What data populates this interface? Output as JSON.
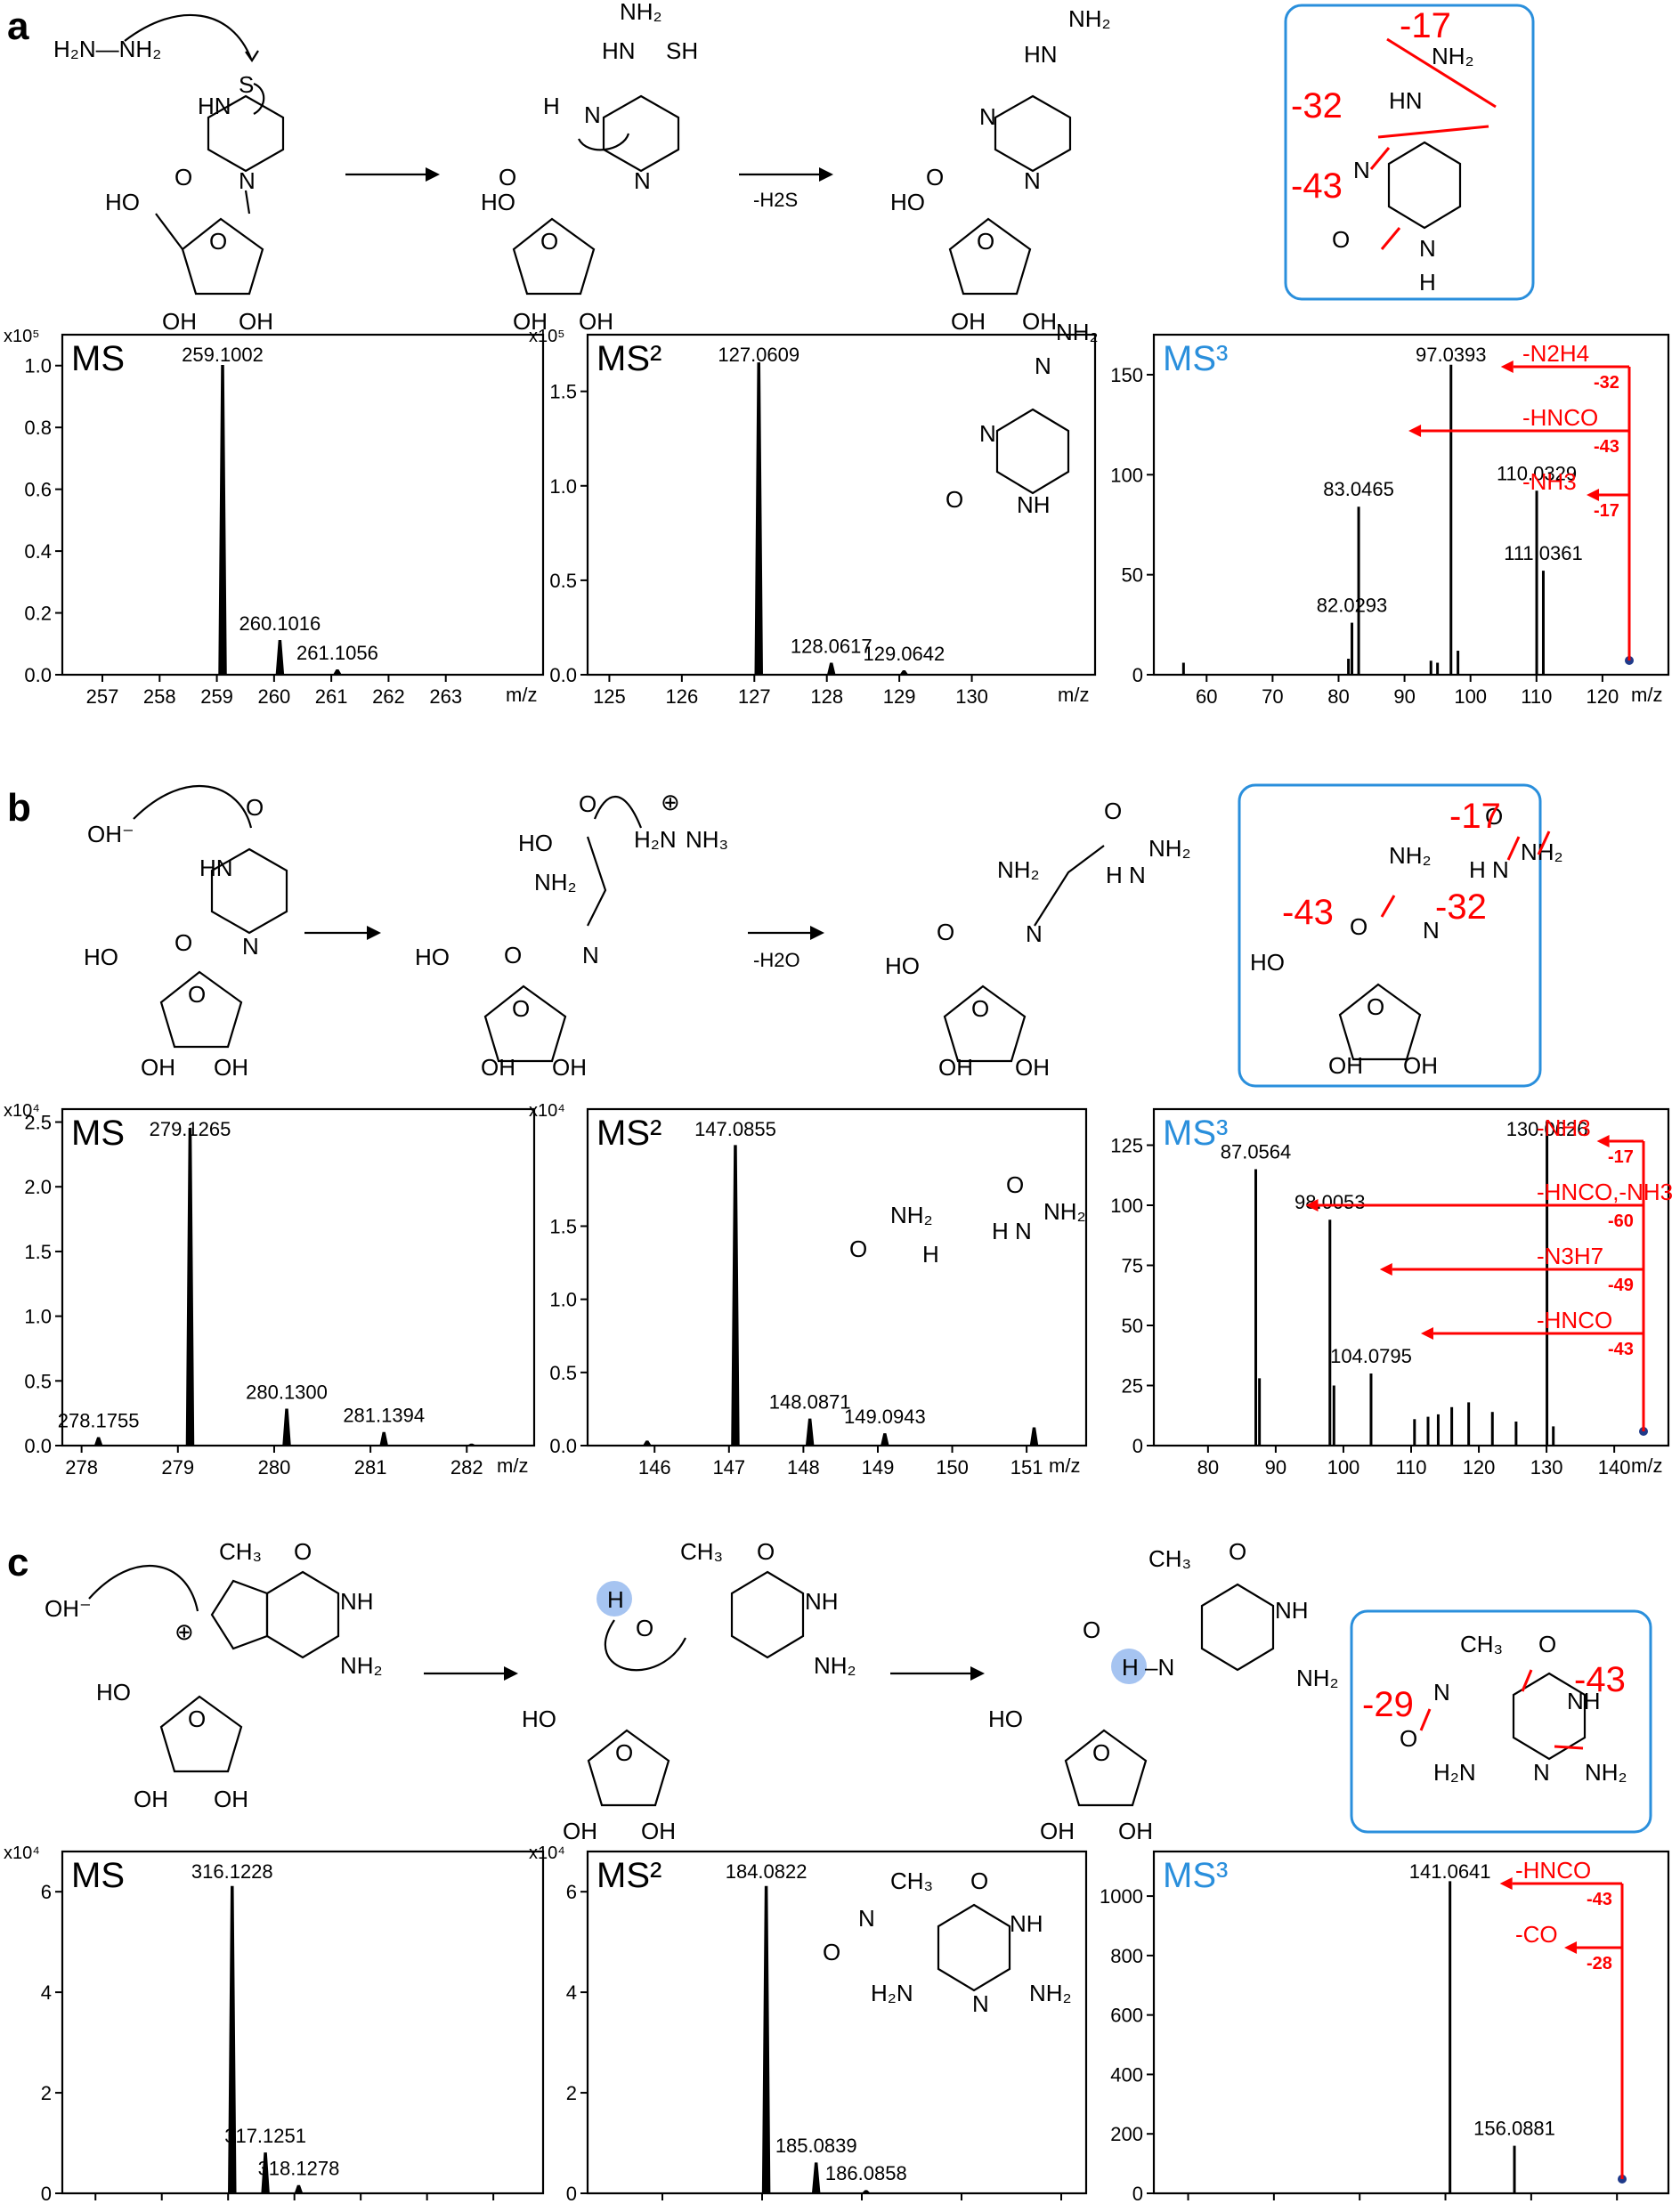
{
  "colors": {
    "ms3_title": "#2a8fdc",
    "annotation": "#ff0000",
    "highlight": "#6b9ce8",
    "structure_box": "#2a8fdc"
  },
  "panels": [
    {
      "letter": "a",
      "scheme": {
        "arrow1_label": "",
        "arrow2_label": "-H2S"
      },
      "box_fragments": [
        "-17",
        "-32",
        "-43"
      ]
    },
    {
      "letter": "b",
      "scheme": {
        "arrow1_label": "",
        "arrow2_label": "-H2O"
      },
      "box_fragments": [
        "-17",
        "-32",
        "-43"
      ]
    },
    {
      "letter": "c",
      "scheme": {
        "arrow1_label": "",
        "arrow2_label": ""
      },
      "box_fragments": [
        "-29",
        "-43"
      ]
    }
  ],
  "chart_data": [
    {
      "panel": "a",
      "title": "MS",
      "type": "line",
      "xlabel": "m/z",
      "y_multiplier": "x10⁵",
      "xlim": [
        256.3,
        264.7
      ],
      "ylim": [
        0,
        1.1
      ],
      "xticks": [
        "257",
        "258",
        "259",
        "260",
        "261",
        "262",
        "263"
      ],
      "yticks": [
        "0.0",
        "0.2",
        "0.4",
        "0.6",
        "0.8",
        "1.0"
      ],
      "peaks": [
        {
          "x": 259.1002,
          "y": 1.0,
          "label": "259.1002"
        },
        {
          "x": 260.1016,
          "y": 0.11,
          "label": "260.1016"
        },
        {
          "x": 261.1056,
          "y": 0.015,
          "label": "261.1056"
        }
      ]
    },
    {
      "panel": "a",
      "title": "MS²",
      "type": "line",
      "xlabel": "m/z",
      "y_multiplier": "x10⁵",
      "xlim": [
        124.7,
        131.7
      ],
      "ylim": [
        0,
        1.8
      ],
      "xticks": [
        "125",
        "126",
        "127",
        "128",
        "129",
        "130"
      ],
      "yticks": [
        "0.0",
        "0.5",
        "1.0",
        "1.5"
      ],
      "peaks": [
        {
          "x": 127.0609,
          "y": 1.65,
          "label": "127.0609"
        },
        {
          "x": 128.0617,
          "y": 0.06,
          "label": "128.0617"
        },
        {
          "x": 129.0642,
          "y": 0.02,
          "label": "129.0642"
        }
      ]
    },
    {
      "panel": "a",
      "title": "MS³",
      "type": "bar",
      "xlabel": "m/z",
      "xlim": [
        52,
        130
      ],
      "ylim": [
        0,
        170
      ],
      "xticks": [
        "60",
        "70",
        "80",
        "90",
        "100",
        "110",
        "120"
      ],
      "yticks": [
        "0",
        "50",
        "100",
        "150"
      ],
      "peaks": [
        {
          "x": 56.5,
          "y": 6
        },
        {
          "x": 81.5,
          "y": 8
        },
        {
          "x": 82.0293,
          "y": 26,
          "label": "82.0293"
        },
        {
          "x": 83.0465,
          "y": 84,
          "label": "83.0465"
        },
        {
          "x": 94.0,
          "y": 7
        },
        {
          "x": 95.0,
          "y": 6
        },
        {
          "x": 97.0393,
          "y": 155,
          "label": "97.0393"
        },
        {
          "x": 98.1,
          "y": 12
        },
        {
          "x": 110.0329,
          "y": 92,
          "label": "110.0329"
        },
        {
          "x": 111.0361,
          "y": 52,
          "label": "111.0361"
        }
      ],
      "annotations": [
        {
          "label": "-N2H4",
          "delta": "-32",
          "target": "97.0393"
        },
        {
          "label": "-HNCO",
          "delta": "-43",
          "target": "83.0465"
        },
        {
          "label": "-NH3",
          "delta": "-17",
          "target": "110.0329"
        }
      ]
    },
    {
      "panel": "b",
      "title": "MS",
      "type": "line",
      "xlabel": "m/z",
      "y_multiplier": "x10⁴",
      "xlim": [
        277.8,
        282.7
      ],
      "ylim": [
        0,
        2.6
      ],
      "xticks": [
        "278",
        "279",
        "280",
        "281",
        "282"
      ],
      "yticks": [
        "0.0",
        "0.5",
        "1.0",
        "1.5",
        "2.0",
        "2.5"
      ],
      "peaks": [
        {
          "x": 278.1755,
          "y": 0.06,
          "label": "278.1755"
        },
        {
          "x": 279.1265,
          "y": 2.45,
          "label": "279.1265"
        },
        {
          "x": 280.13,
          "y": 0.28,
          "label": "280.1300"
        },
        {
          "x": 281.1394,
          "y": 0.1,
          "label": "281.1394"
        },
        {
          "x": 282.05,
          "y": 0.01
        }
      ]
    },
    {
      "panel": "b",
      "title": "MS²",
      "type": "line",
      "xlabel": "m/z",
      "y_multiplier": "x10⁴",
      "xlim": [
        145.1,
        151.8
      ],
      "ylim": [
        0,
        2.3
      ],
      "xticks": [
        "146",
        "147",
        "148",
        "149",
        "150",
        "151"
      ],
      "yticks": [
        "0.0",
        "0.5",
        "1.0",
        "1.5"
      ],
      "peaks": [
        {
          "x": 145.9,
          "y": 0.03
        },
        {
          "x": 147.0855,
          "y": 2.05,
          "label": "147.0855"
        },
        {
          "x": 148.0871,
          "y": 0.18,
          "label": "148.0871"
        },
        {
          "x": 149.0943,
          "y": 0.08,
          "label": "149.0943"
        },
        {
          "x": 151.1,
          "y": 0.12
        }
      ]
    },
    {
      "panel": "b",
      "title": "MS³",
      "type": "bar",
      "xlabel": "m/z",
      "xlim": [
        72,
        148
      ],
      "ylim": [
        0,
        140
      ],
      "xticks": [
        "80",
        "90",
        "100",
        "110",
        "120",
        "130",
        "140"
      ],
      "yticks": [
        "0",
        "25",
        "50",
        "75",
        "100",
        "125"
      ],
      "peaks": [
        {
          "x": 87.0564,
          "y": 115,
          "label": "87.0564"
        },
        {
          "x": 87.6,
          "y": 28
        },
        {
          "x": 98.0053,
          "y": 94,
          "label": "98.0053"
        },
        {
          "x": 98.6,
          "y": 25
        },
        {
          "x": 104.0795,
          "y": 30,
          "label": "104.0795"
        },
        {
          "x": 110.5,
          "y": 11
        },
        {
          "x": 112.5,
          "y": 12
        },
        {
          "x": 114.0,
          "y": 13
        },
        {
          "x": 116.0,
          "y": 16
        },
        {
          "x": 118.5,
          "y": 18
        },
        {
          "x": 122.0,
          "y": 14
        },
        {
          "x": 125.5,
          "y": 10
        },
        {
          "x": 130.0626,
          "y": 135,
          "label": "130.0626"
        },
        {
          "x": 131.0,
          "y": 8
        }
      ],
      "annotations": [
        {
          "label": "-NH3",
          "delta": "-17",
          "target": "130.0626"
        },
        {
          "label": "-HNCO,-NH3",
          "delta": "-60",
          "target": "87.0564"
        },
        {
          "label": "-N3H7",
          "delta": "-49",
          "target": "98.0053"
        },
        {
          "label": "-HNCO",
          "delta": "-43",
          "target": "104.0795"
        }
      ]
    },
    {
      "panel": "c",
      "title": "MS",
      "type": "line",
      "xlabel": "m/z",
      "y_multiplier": "x10⁴",
      "xlim": [
        311,
        325.5
      ],
      "ylim": [
        0,
        6.8
      ],
      "xticks": [
        "312",
        "314",
        "316",
        "318",
        "320",
        "322",
        "324"
      ],
      "yticks": [
        "0",
        "2",
        "4",
        "6"
      ],
      "peaks": [
        {
          "x": 316.1228,
          "y": 6.1,
          "label": "316.1228"
        },
        {
          "x": 317.1251,
          "y": 0.8,
          "label": "317.1251"
        },
        {
          "x": 318.1278,
          "y": 0.15,
          "label": "318.1278"
        }
      ]
    },
    {
      "panel": "c",
      "title": "MS²",
      "type": "line",
      "xlabel": "m/z",
      "y_multiplier": "x10⁴",
      "xlim": [
        180.5,
        190.5
      ],
      "ylim": [
        0,
        6.8
      ],
      "xticks": [
        "182",
        "184",
        "186",
        "188",
        "190"
      ],
      "yticks": [
        "0",
        "2",
        "4",
        "6"
      ],
      "peaks": [
        {
          "x": 184.0822,
          "y": 6.1,
          "label": "184.0822"
        },
        {
          "x": 185.0839,
          "y": 0.6,
          "label": "185.0839"
        },
        {
          "x": 186.0858,
          "y": 0.05,
          "label": "186.0858"
        }
      ]
    },
    {
      "panel": "c",
      "title": "MS³",
      "type": "bar",
      "xlabel": "m/z",
      "xlim": [
        72,
        192
      ],
      "ylim": [
        0,
        1150
      ],
      "xticks": [
        "80",
        "100",
        "120",
        "140",
        "160",
        "180"
      ],
      "yticks": [
        "0",
        "200",
        "400",
        "600",
        "800",
        "1000"
      ],
      "peaks": [
        {
          "x": 141.0641,
          "y": 1050,
          "label": "141.0641"
        },
        {
          "x": 156.0881,
          "y": 160,
          "label": "156.0881"
        }
      ],
      "annotations": [
        {
          "label": "-HNCO",
          "delta": "-43",
          "target": "141.0641"
        },
        {
          "label": "-CO",
          "delta": "-28",
          "target": "156.0881"
        }
      ]
    }
  ]
}
